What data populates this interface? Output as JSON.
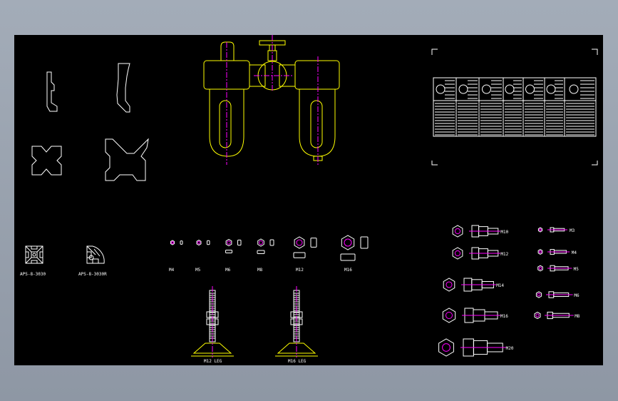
{
  "colors": {
    "background": "#000000",
    "outline": "#ffffff",
    "filter_unit": "#ffff00",
    "center_line": "#ff00ff"
  },
  "profiles": {
    "left": "APS-8-3030",
    "right": "APS-8-3030R"
  },
  "nut_sizes": [
    "M4",
    "M5",
    "M6",
    "M8",
    "M12",
    "M16"
  ],
  "legs": [
    "M12 LEG",
    "M16 LEG"
  ],
  "bolts_large": [
    "M10",
    "M12",
    "M14",
    "M16",
    "M20"
  ],
  "bolts_small": [
    "M3",
    "M4",
    "M5",
    "M6",
    "M8"
  ]
}
